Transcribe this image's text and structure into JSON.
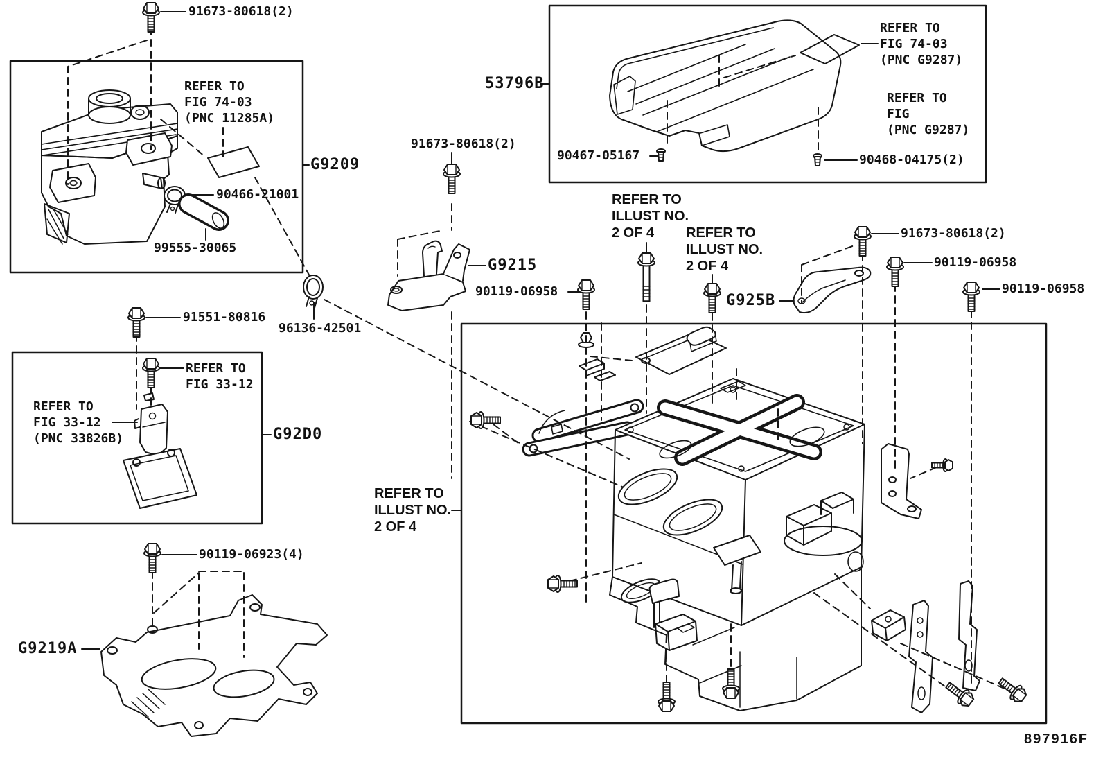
{
  "labels": {
    "p91673_tl": "91673-80618(2)",
    "refer_7403_11285a": "REFER TO\nFIG 74-03\n(PNC 11285A)",
    "g9209": "G9209",
    "p90466": "90466-21001",
    "p99555": "99555-30065",
    "p91551": "91551-80816",
    "p96136": "96136-42501",
    "refer_3312": "REFER TO\nFIG 33-12",
    "refer_3312_33826b": "REFER TO\nFIG 33-12\n(PNC 33826B)",
    "g92d0": "G92D0",
    "p90119_06923": "90119-06923(4)",
    "g9219a": "G9219A",
    "p53796b": "53796B",
    "refer_7403_g9287": "REFER TO\nFIG 74-03\n(PNC G9287)",
    "refer_fig_g9287": "REFER TO\nFIG\n(PNC G9287)",
    "p90467": "90467-05167",
    "p90468": "90468-04175(2)",
    "p91673_mid": "91673-80618(2)",
    "g9215": "G9215",
    "p90119_06958_a": "90119-06958",
    "refer_illust_a": "REFER TO\nILLUST NO.\n2 OF 4",
    "refer_illust_b": "REFER TO\nILLUST NO.\n2 OF 4",
    "g925b": "G925B",
    "p91673_right": "91673-80618(2)",
    "p90119_06958_b": "90119-06958",
    "p90119_06958_c": "90119-06958",
    "refer_illust_main": "REFER TO\nILLUST NO.\n2 OF 4",
    "figure_code": "897916F"
  },
  "colors": {
    "line": "#161616",
    "background": "#ffffff"
  }
}
